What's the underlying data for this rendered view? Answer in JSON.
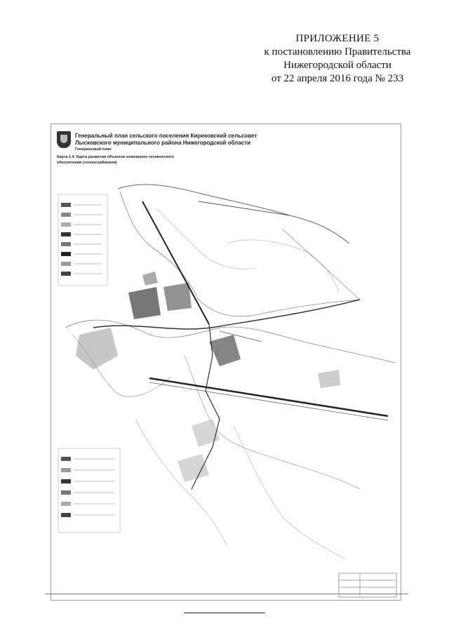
{
  "header": {
    "title": "ПРИЛОЖЕНИЕ 5",
    "line1": "к постановлению Правительства",
    "line2": "Нижегородской области",
    "line3": "от 22 апреля 2016 года № 233"
  },
  "map": {
    "title_line1": "Генеральный план сельского поселения Кириковский сельсовет",
    "title_line2": "Лысковского муниципального района Нижегородской области",
    "title_line3": "Генеральный план",
    "subtitle_line1": "Карта 1.4. Карта развития объектов инженерно-технического",
    "subtitle_line2": "обеспечения (теплоснабжения)",
    "emblem": "coat-of-arms-icon"
  }
}
